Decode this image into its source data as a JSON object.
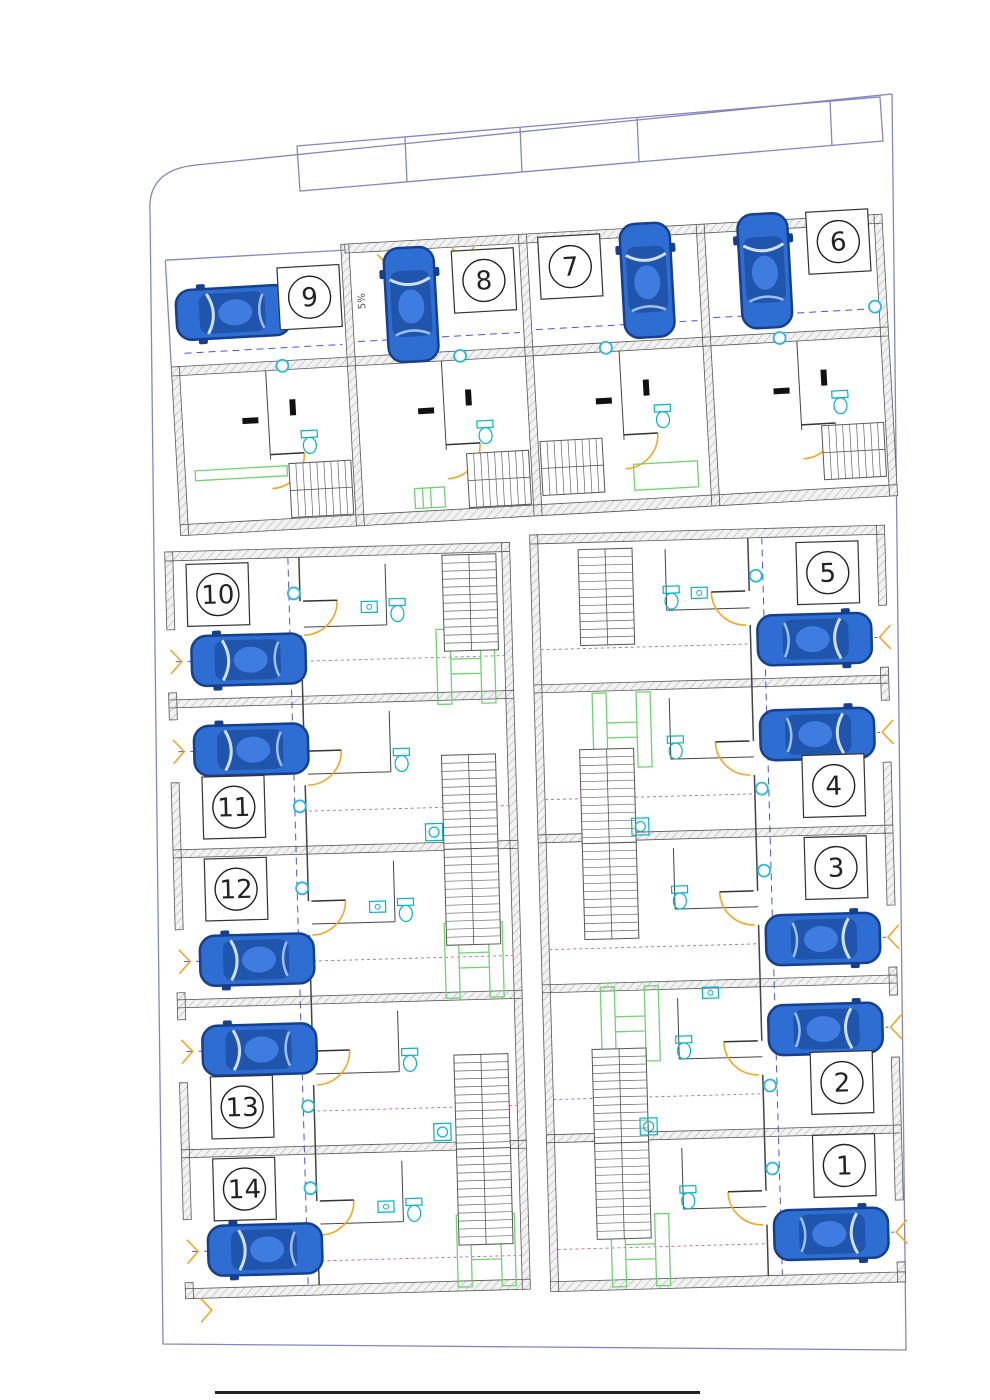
{
  "plan": {
    "annotations": {
      "ramp_slope": "5%"
    },
    "units": [
      {
        "label": "1"
      },
      {
        "label": "2"
      },
      {
        "label": "3"
      },
      {
        "label": "4"
      },
      {
        "label": "5"
      },
      {
        "label": "6"
      },
      {
        "label": "7"
      },
      {
        "label": "8"
      },
      {
        "label": "9"
      },
      {
        "label": "10"
      },
      {
        "label": "11"
      },
      {
        "label": "12"
      },
      {
        "label": "13"
      },
      {
        "label": "14"
      }
    ],
    "colors": {
      "car_body": "#2e6ed2",
      "accent_orange": "#f5a623",
      "furniture_green": "#6fd46f",
      "fixture_cyan": "#00b4cc",
      "boundary_purple": "#8486c0",
      "dashed_blue": "#4a55e0",
      "dashed_magenta": "#c05fc0",
      "wall_gray": "#555555"
    }
  }
}
